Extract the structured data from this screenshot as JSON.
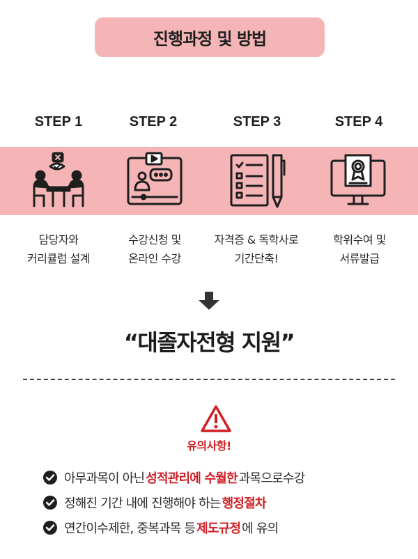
{
  "header": {
    "title": "진행과정 및 방법"
  },
  "steps": [
    {
      "label": "STEP 1",
      "icon": "consultation-icon",
      "line1": "담당자와",
      "line2": "커리큘럼 설계"
    },
    {
      "label": "STEP 2",
      "icon": "online-lecture-icon",
      "line1": "수강신청 및",
      "line2": "온라인 수강"
    },
    {
      "label": "STEP 3",
      "icon": "checklist-pen-icon",
      "line1": "자격증 & 독학사로",
      "line2": "기간단축!"
    },
    {
      "label": "STEP 4",
      "icon": "certificate-monitor-icon",
      "line1": "학위수여 및",
      "line2": "서류발급"
    }
  ],
  "slogan": "“대졸자전형 지원”",
  "notice": {
    "title": "유의사항!",
    "items": [
      {
        "pre": "아무과목이 아닌 ",
        "highlight": "성적관리에 수월한",
        "post": " 과목으로수강"
      },
      {
        "pre": "정해진 기간 내에 진행해야 하는 ",
        "highlight": "행정절차",
        "post": ""
      },
      {
        "pre": "연간이수제한, 중복과목 등 ",
        "highlight": "제도규정",
        "post": "에 유의"
      }
    ]
  },
  "colors": {
    "band": "#f5b5b7",
    "accent": "#d11f24",
    "text": "#222222"
  }
}
